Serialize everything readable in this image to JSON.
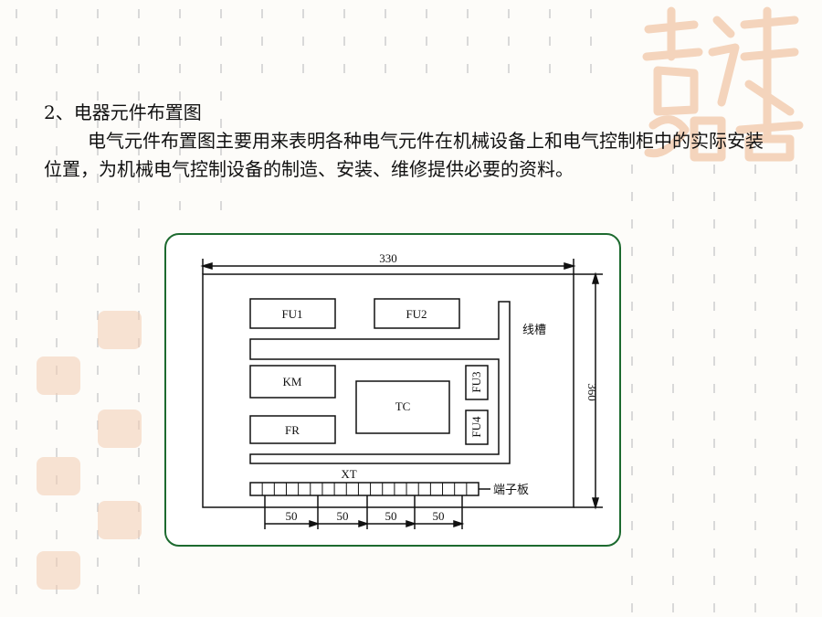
{
  "slide": {
    "heading": "2、电器元件布置图",
    "paragraph": "电气元件布置图主要用来表明各种电气元件在机械设备上和电气控制柜中的实际安装位置，为机械电气控制设备的制造、安装、维修提供必要的资料。"
  },
  "diagram": {
    "width_label": "330",
    "height_label": "360",
    "components": {
      "fu1": "FU1",
      "fu2": "FU2",
      "km": "KM",
      "fr": "FR",
      "tc": "TC",
      "fu3": "FU3",
      "fu4": "FU4",
      "xt": "XT"
    },
    "wire_duct_label": "线槽",
    "terminal_board_label": "端子板",
    "spacing_labels": [
      "50",
      "50",
      "50",
      "50"
    ]
  },
  "colors": {
    "frame_border": "#1d6a2f",
    "decoration": "#f2ccb2"
  },
  "icons": {
    "decoration": "auspicious-seal-icon"
  }
}
